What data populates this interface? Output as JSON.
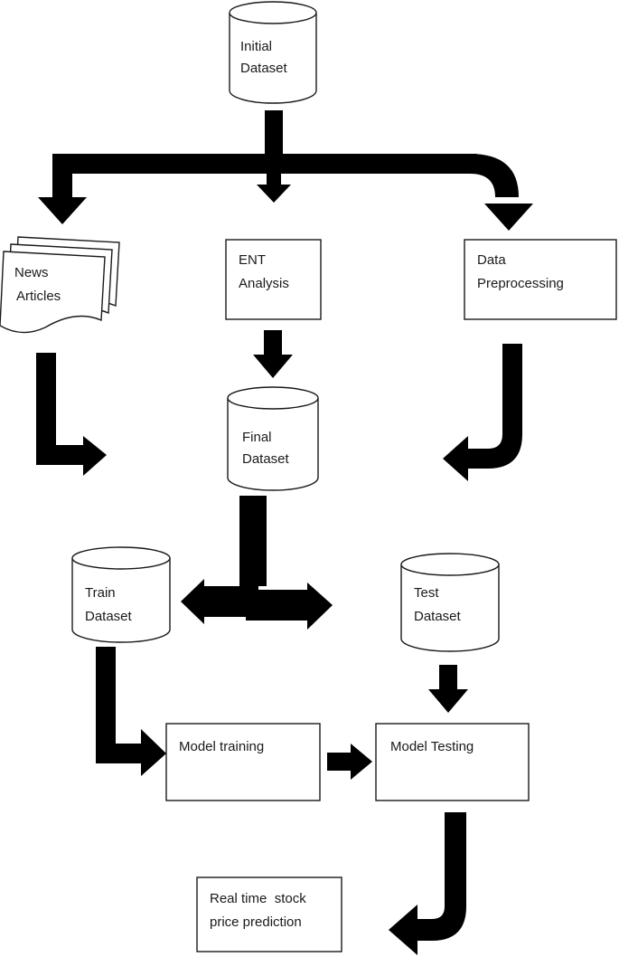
{
  "nodes": {
    "initial_dataset": {
      "line1": "Initial",
      "line2": "Dataset"
    },
    "news_articles": {
      "line1": "News",
      "line2": "Articles"
    },
    "ent_analysis": {
      "line1": "ENT",
      "line2": "Analysis"
    },
    "data_preprocessing": {
      "line1": "Data",
      "line2": "Preprocessing"
    },
    "final_dataset": {
      "line1": "Final",
      "line2": "Dataset"
    },
    "train_dataset": {
      "line1": "Train",
      "line2": "Dataset"
    },
    "test_dataset": {
      "line1": "Test",
      "line2": "Dataset"
    },
    "model_training": {
      "label": "Model training"
    },
    "model_testing": {
      "label": "Model Testing"
    },
    "realtime_prediction": {
      "line1": "Real time  stock",
      "line2": "price prediction"
    }
  },
  "colors": {
    "arrow": "#000000",
    "outline": "#1a1a1a",
    "background": "#ffffff"
  }
}
